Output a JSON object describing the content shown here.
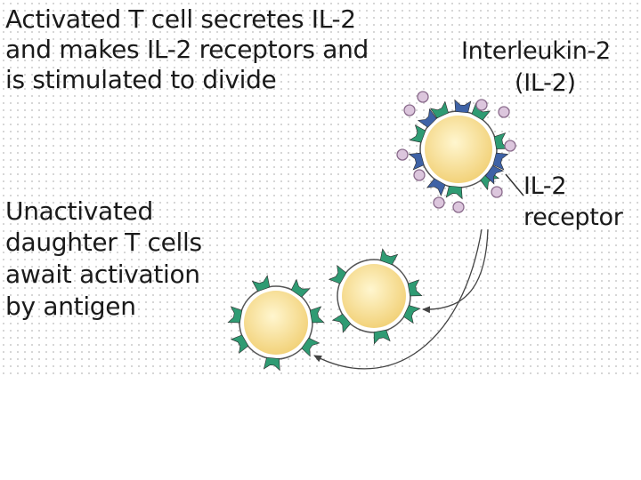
{
  "texts": {
    "activated_line1": "Activated T cell secretes IL-2",
    "activated_line2": "and makes IL-2 receptors and",
    "activated_line3": "is stimulated to divide",
    "unactivated_line1": "Unactivated",
    "unactivated_line2": "daughter T cells",
    "unactivated_line3": "await activation",
    "unactivated_line4": "by antigen",
    "il2_line1": "Interleukin-2",
    "il2_line2": "(IL-2)",
    "receptor_line1": "IL-2",
    "receptor_line2": "receptor"
  },
  "colors": {
    "cell_fill": "#f7dc8a",
    "cell_center": "#fff3c4",
    "cell_outline": "#555555",
    "antigen_receptor": "#2f9b73",
    "il2_receptor": "#3e62a6",
    "il2_molecule": "#dcc6dd",
    "il2_outline": "#8a6b8c",
    "arrow": "#444444"
  }
}
